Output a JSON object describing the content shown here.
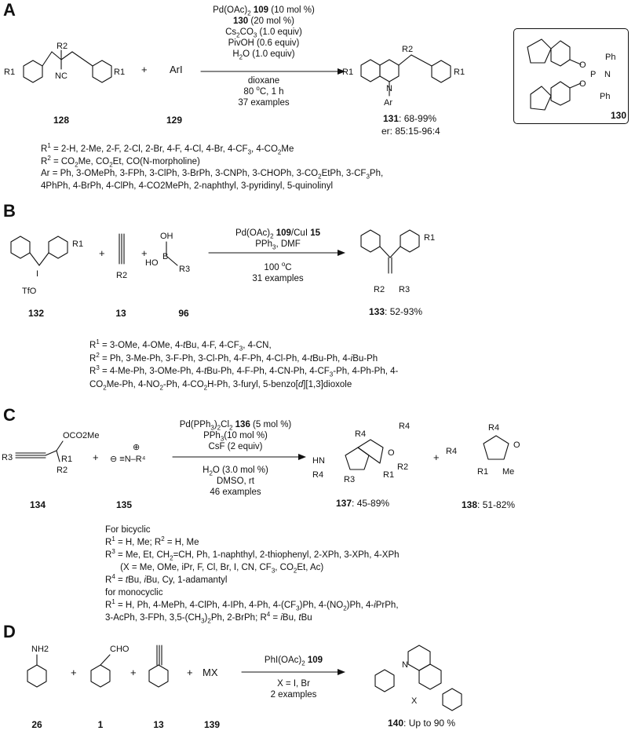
{
  "panels": {
    "A": {
      "letter": "A",
      "cond": [
        "Pd(OAc)2 109 (10 mol %)",
        "130 (20 mol %)",
        "Cs2CO3 (1.0 equiv)",
        "PivOH (0.6 equiv)",
        "H2O (1.0 equiv)"
      ],
      "cond_below": [
        "dioxane",
        "80 oC, 1 h",
        "37 examples"
      ],
      "reagent_plus": "+",
      "reagent": "ArI",
      "nums": {
        "sm": "128",
        "reagent": "129",
        "prod": "131",
        "lig": "130"
      },
      "prod_yield": ": 68-99%",
      "prod_er": "er: 85:15-96:4",
      "subst": [
        "R1 = 2-H, 2-Me, 2-F, 2-Cl, 2-Br, 4-F, 4-Cl, 4-Br, 4-CF3, 4-CO2Me",
        "R2 = CO2Me, CO2Et, CO(N-morpholine)",
        "Ar = Ph, 3-OMePh, 3-FPh, 3-ClPh, 3-BrPh, 3-CNPh, 3-CHOPh, 3-CO2EtPh, 3-CF3Ph,",
        "4PhPh,  4-BrPh, 4-ClPh, 4-CO2MePh, 2-naphthyl, 3-pyridinyl, 5-quinolinyl"
      ]
    },
    "B": {
      "letter": "B",
      "cond": [
        "Pd(OAc)2 109/CuI 15",
        "PPh3, DMF"
      ],
      "cond_below": [
        "100 oC",
        "31 examples"
      ],
      "nums": {
        "sm": "132",
        "alkyne": "13",
        "boronic": "96",
        "prod": "133"
      },
      "prod_yield": ": 52-93%",
      "subst": [
        "R1 = 3-OMe, 4-OMe, 4-tBu, 4-F, 4-CF3, 4-CN,",
        "R2 = Ph, 3-Me-Ph, 3-F-Ph, 3-Cl-Ph, 4-F-Ph, 4-Cl-Ph, 4-tBu-Ph, 4-iBu-Ph",
        "R3 = 4-Me-Ph, 3-OMe-Ph, 4-tBu-Ph, 4-F-Ph, 4-CN-Ph, 4-CF3-Ph, 4-Ph-Ph, 4-",
        "CO2Me-Ph, 4-NO2-Ph, 4-CO2H-Ph, 3-furyl, 5-benzo[d][1,3]dioxole"
      ]
    },
    "C": {
      "letter": "C",
      "cond": [
        "Pd(PPh3)2Cl2 136 (5 mol %)",
        "PPh3(10 mol %)",
        "CsF (2 equiv)"
      ],
      "cond_below": [
        "H2O (3.0 mol %)",
        "DMSO, rt",
        "46 examples"
      ],
      "nums": {
        "sm": "134",
        "iso": "135",
        "prod1": "137",
        "prod2": "138"
      },
      "prod1_yield": ": 45-89%",
      "prod2_yield": ": 51-82%",
      "subst": [
        "For bicyclic",
        "R1 = H, Me; R2 = H, Me",
        "R3 = Me, Et, CH2=CH, Ph, 1-naphthyl, 2-thiophenyl,  2-XPh, 3-XPh, 4-XPh",
        "(X = Me, OMe, iPr, F, Cl, Br, I, CN, CF3, CO2Et, Ac)",
        "R4 = tBu, iBu, Cy, 1-adamantyl",
        "for monocyclic",
        "R1 = H, Ph, 4-MePh, 4-ClPh, 4-IPh, 4-Ph, 4-(CF3)Ph, 4-(NO2)Ph, 4-iPrPh,",
        "3-AcPh, 3-FPh, 3,5-(CH3)2Ph, 2-BrPh; R4 = iBu, tBu"
      ]
    },
    "D": {
      "letter": "D",
      "cond": [
        "PhI(OAc)2 109"
      ],
      "cond_below": [
        "X = I, Br",
        "2 examples"
      ],
      "reagent": "MX",
      "nums": {
        "aniline": "26",
        "aldehyde": "1",
        "alkyne": "13",
        "mx": "139",
        "prod": "140"
      },
      "prod_yield": ": Up to 90 %"
    }
  },
  "atoms": {
    "nc": "NC",
    "n": "N",
    "o": "O",
    "p": "P",
    "ph": "Ph",
    "ar": "Ar",
    "r1": "R1",
    "r2": "R2",
    "r3": "R3",
    "r4": "R4",
    "tfo": "TfO",
    "i": "I",
    "oh": "OH",
    "ho": "HO",
    "b": "B",
    "oco2me": "OCO2Me",
    "hn": "HN",
    "me": "Me",
    "nh2": "NH2",
    "cho": "CHO",
    "x": "X",
    "plus": "+"
  }
}
